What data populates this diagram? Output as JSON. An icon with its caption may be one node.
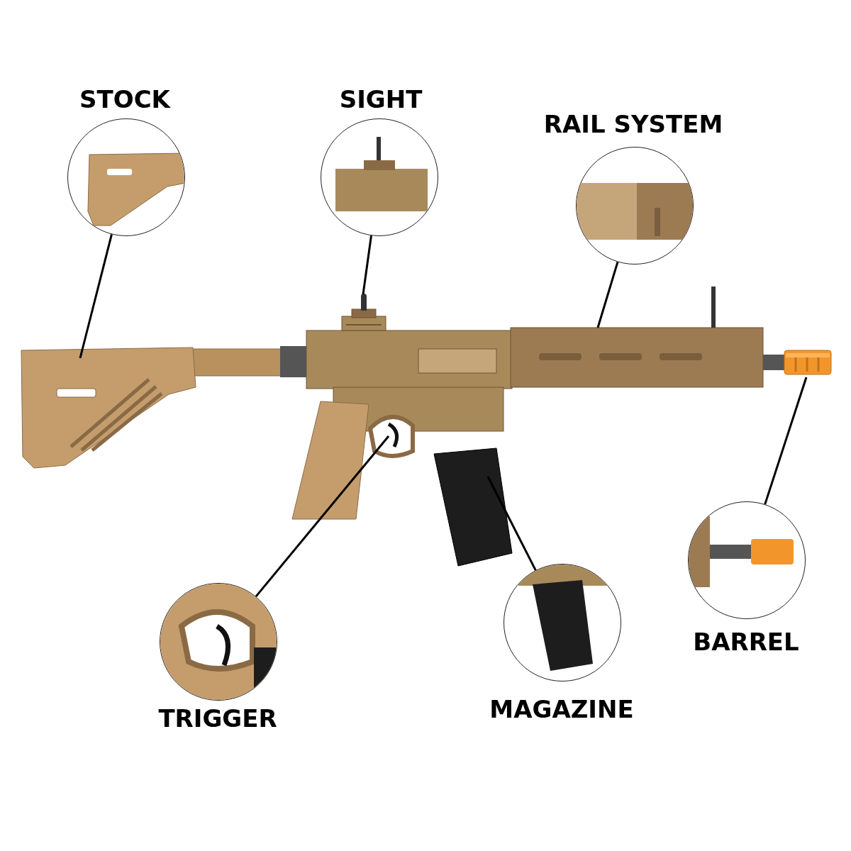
{
  "diagram": {
    "nodes": [
      {
        "text": [
          "STOCK"
        ]
      },
      {
        "text": [
          "SIGHT"
        ]
      },
      {
        "text": [
          "RAIL SYSTEM"
        ]
      },
      {
        "text": [
          "BARREL"
        ]
      },
      {
        "text": [
          "TRIGGER"
        ]
      },
      {
        "text": [
          "MAGAZINE"
        ]
      },
      {
        "text": [],
        "shape": "picture"
      },
      {
        "text": [],
        "shape": "picture"
      },
      {
        "text": [],
        "shape": "picture"
      },
      {
        "text": [],
        "shape": "picture"
      },
      {
        "text": [],
        "shape": "picture"
      },
      {
        "text": [],
        "shape": "picture"
      }
    ],
    "edges": [
      {
        "from": 0,
        "to": 6,
        "arrow": "none"
      },
      {
        "from": 1,
        "to": 7,
        "arrow": "none"
      },
      {
        "from": 2,
        "to": 10,
        "arrow": "none"
      },
      {
        "from": 3,
        "to": 11,
        "arrow": "none"
      },
      {
        "from": 4,
        "to": 8,
        "arrow": "none"
      },
      {
        "from": 5,
        "to": 9,
        "arrow": "none"
      }
    ]
  }
}
